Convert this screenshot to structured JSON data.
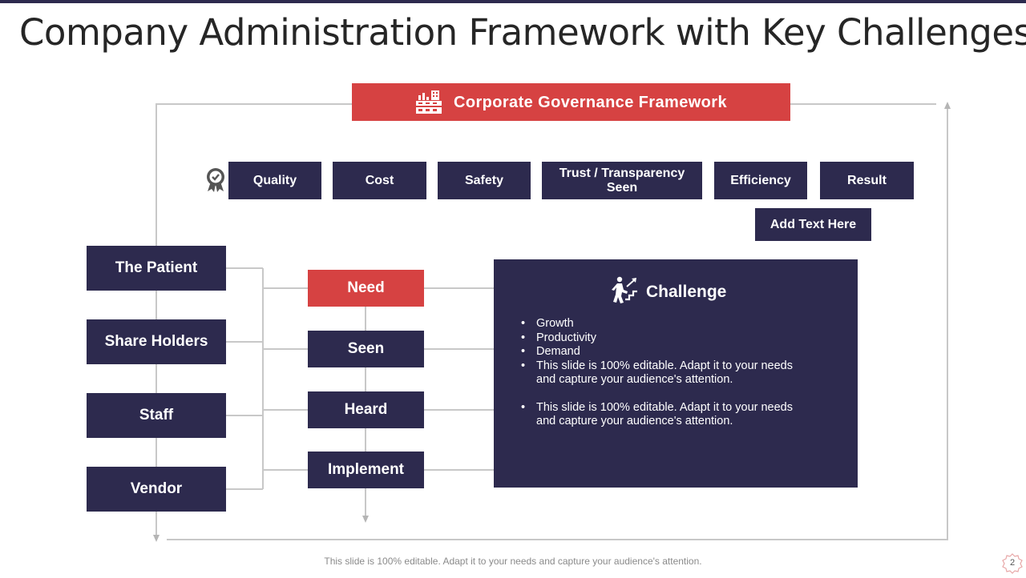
{
  "slide": {
    "title": "Company Administration Framework with Key Challenges",
    "footer": "This slide is 100% editable. Adapt it to your needs and capture your audience's attention.",
    "page_number": "2"
  },
  "framework": {
    "header": "Corporate Governance Framework",
    "header_icon": "factory-icon",
    "metrics_icon": "award-badge-icon",
    "metrics": [
      "Quality",
      "Cost",
      "Safety",
      "Trust / Transparency Seen",
      "Efficiency",
      "Result"
    ],
    "extra_box": "Add Text Here"
  },
  "stakeholders": [
    "The Patient",
    "Share Holders",
    "Staff",
    "Vendor"
  ],
  "steps": [
    "Need",
    "Seen",
    "Heard",
    "Implement"
  ],
  "challenge": {
    "title": "Challenge",
    "icon": "climbing-stairs-icon",
    "items": [
      "Growth",
      "Productivity",
      "Demand",
      "This slide is 100% editable. Adapt it to your needs and capture your audience's attention.",
      "This slide is 100% editable. Adapt it to your needs and capture your audience's attention."
    ]
  },
  "colors": {
    "navy": "#2d2a4e",
    "red": "#d64242",
    "line": "#c8c8c8"
  }
}
